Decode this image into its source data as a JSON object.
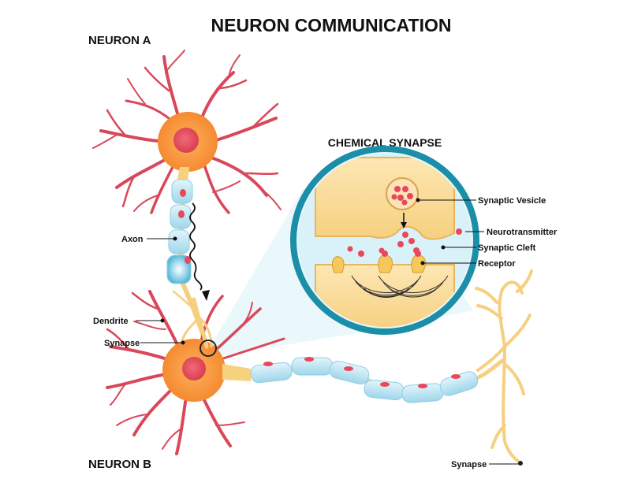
{
  "title": "NEURON COMMUNICATION",
  "neurons": {
    "a_label": "NEURON A",
    "b_label": "NEURON B"
  },
  "synapse_panel": {
    "title": "CHEMICAL SYNAPSE",
    "labels": {
      "vesicle": "Synaptic Vesicle",
      "neurotransmitter": "Neurotransmitter",
      "cleft": "Synaptic Cleft",
      "receptor": "Receptor"
    }
  },
  "labels": {
    "axon": "Axon",
    "dendrite": "Dendrite",
    "synapse_left": "Synapse",
    "synapse_right": "Synapse"
  },
  "colors": {
    "soma": "#f7943a",
    "nucleus": "#e8485a",
    "dendrite": "#d9485a",
    "myelin": "#bfe6f4",
    "axon_terminal": "#f7d27e",
    "synapse_ring": "#1b8ea8",
    "synapse_bg": "#d6f0f8"
  }
}
